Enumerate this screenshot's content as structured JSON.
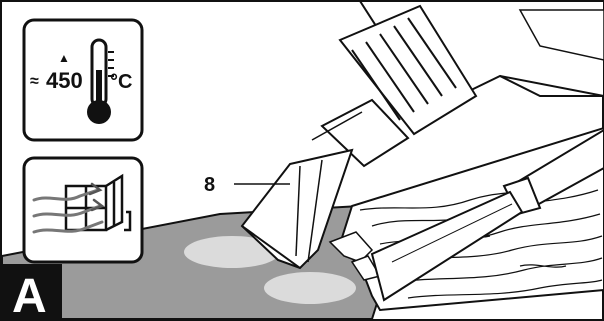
{
  "figure": {
    "label": "A",
    "callout_number": "8"
  },
  "temperature_panel": {
    "approx_symbol": "≈",
    "value": "450",
    "unit": "°C",
    "increase_marker": "▲",
    "icon": "thermometer-icon"
  },
  "ventilation_panel": {
    "icon": "open-window-airflow-icon"
  },
  "colors": {
    "line": "#111111",
    "surface_gray": "#9b9b9b",
    "shadow_gray": "#7f7f7f",
    "glow": "#e6e6e6",
    "paper": "#ffffff"
  }
}
